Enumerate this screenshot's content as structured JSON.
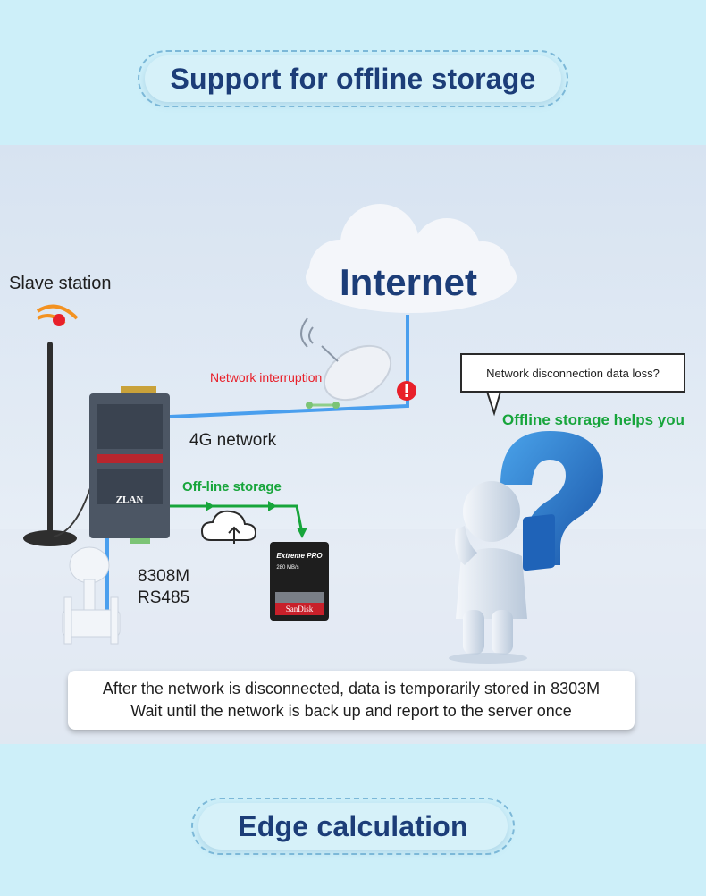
{
  "headings": {
    "top": "Support for offline storage",
    "bottom": "Edge calculation"
  },
  "diagram": {
    "slave_station": "Slave station",
    "internet": "Internet",
    "network_interruption": "Network interruption",
    "network_4g": "4G network",
    "offline_storage": "Off-line storage",
    "device_model": "8308M",
    "device_interface": "RS485",
    "bubble_question": "Network disconnection data loss?",
    "answer": "Offline storage helps you",
    "device_brand": "ZLAN",
    "card_brand": "SanDisk",
    "card_line": "Extreme PRO",
    "card_speed": "280 MB/s"
  },
  "info": {
    "line1": "After the network is disconnected, data is temporarily stored in 8303M",
    "line2": "Wait until the network is back up and report to the server once"
  },
  "colors": {
    "heading_text": "#1c3d78",
    "accent_blue": "#4a9fee",
    "green": "#17a53b",
    "alert_red": "#e8202a",
    "question_mark": "#1f63b8"
  }
}
